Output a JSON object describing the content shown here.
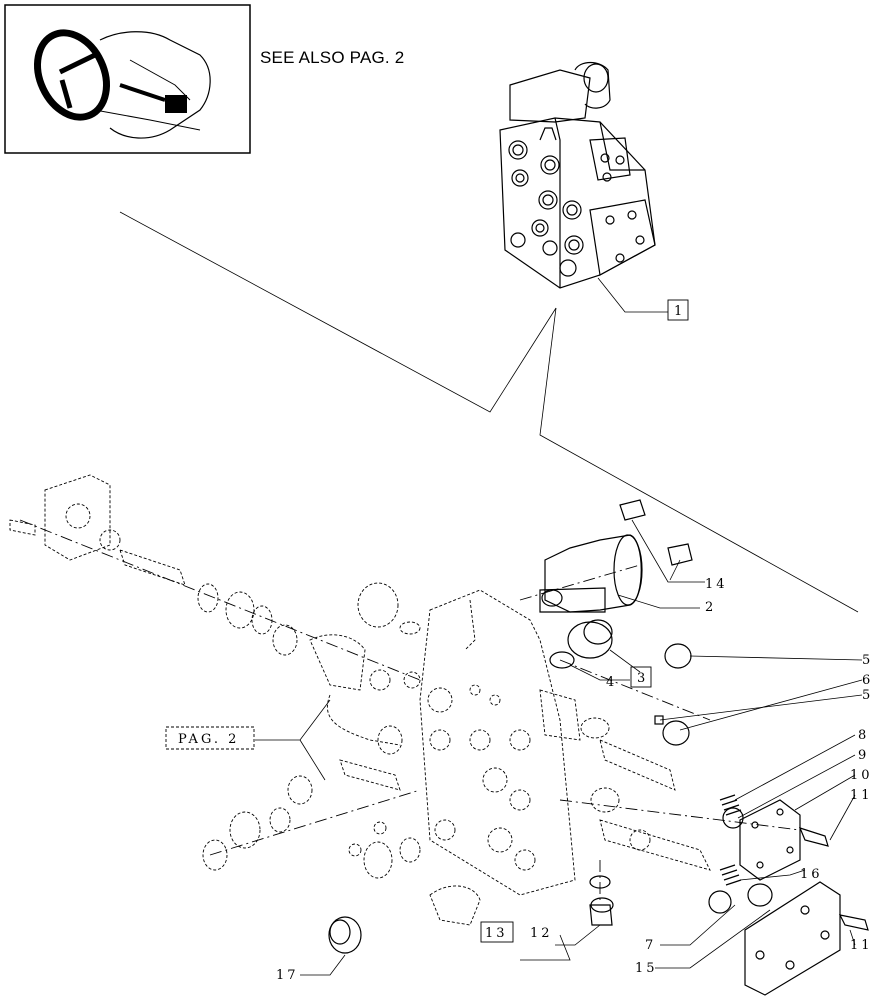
{
  "header": {
    "see_also": "SEE ALSO PAG. 2"
  },
  "callouts": {
    "c1": "1",
    "c2": "2",
    "c3": "3",
    "c4": "4",
    "c5a": "5",
    "c6": "6",
    "c5b": "5",
    "c7": "7",
    "c8": "8",
    "c9": "9",
    "c10": "10",
    "c11a": "11",
    "c11b": "11",
    "c12": "12",
    "c13": "13",
    "c14": "14",
    "c15": "15",
    "c16": "16",
    "c17": "17",
    "pag2": "PAG. 2"
  }
}
